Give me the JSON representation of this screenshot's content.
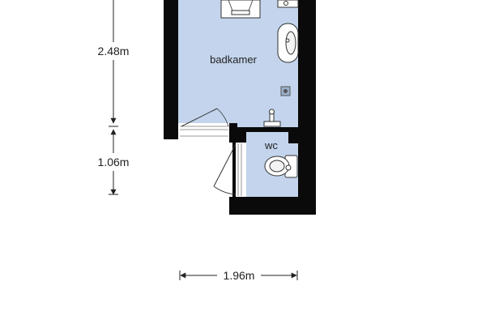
{
  "rooms": {
    "bathroom": {
      "label": "badkamer"
    },
    "toilet": {
      "label": "wc"
    }
  },
  "dimensions": {
    "bathroom_height": "2.48m",
    "toilet_height": "1.06m",
    "total_width": "1.96m"
  },
  "colors": {
    "floor": "#c3d4ec",
    "wall": "#0a0a0a",
    "dimension_line": "#222222"
  }
}
